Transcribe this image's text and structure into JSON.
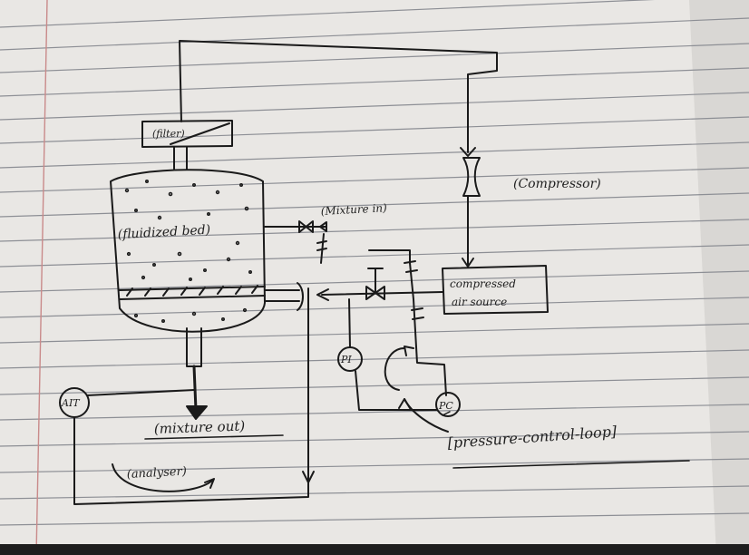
{
  "labels": {
    "filter": "(filter)",
    "compressor": "(Compressor)",
    "mixture_in": "(Mixture in)",
    "fluidized_bed": "(fluidized bed)",
    "compressed_air_line1": "compressed",
    "compressed_air_line2": "air source",
    "pi": "PI",
    "pc": "PC",
    "ait": "AIT",
    "mixture_out": "(mixture out)",
    "analyser": "(analyser)",
    "pressure_control_loop": "[pressure-control-loop]"
  },
  "colors": {
    "paper": "#e8e6e3",
    "ink": "#1a1a1a",
    "rule_lines": "#8d8f95",
    "margin_line": "#c98a8a",
    "bottom_shadow": "#1e1e1e"
  }
}
